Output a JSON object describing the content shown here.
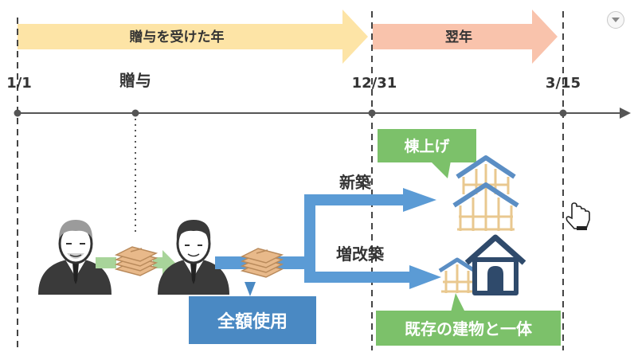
{
  "colors": {
    "gift_year_arrow": "#fde4a6",
    "next_year_arrow": "#f9c3ac",
    "flow_arrow": "#5b9bd5",
    "highlight_box_blue": "#4a89c3",
    "callout_green": "#7cc16a",
    "green_link": "#a8d49a",
    "timeline": "#555555",
    "person_suit": "#3a3a3a",
    "cash": "#e8b98a"
  },
  "timeline": {
    "gift_year_label": "贈与を受けた年",
    "next_year_label": "翌年",
    "date_start": "1/1",
    "gift_event": "贈与",
    "date_year_end": "12/31",
    "date_deadline": "3/15"
  },
  "flow": {
    "new_build_label": "新築",
    "renovation_label": "増改築",
    "full_use_label": "全額使用",
    "roof_raising_label": "棟上げ",
    "integrated_label": "既存の建物と一体"
  },
  "icons": {
    "giver": "elderly-person-icon",
    "receiver": "person-icon",
    "cash": "cash-stack-icon",
    "frame_house": "house-frame-icon",
    "existing_house": "existing-house-icon",
    "cursor": "hand-cursor-icon",
    "menu": "dropdown-menu-icon"
  }
}
